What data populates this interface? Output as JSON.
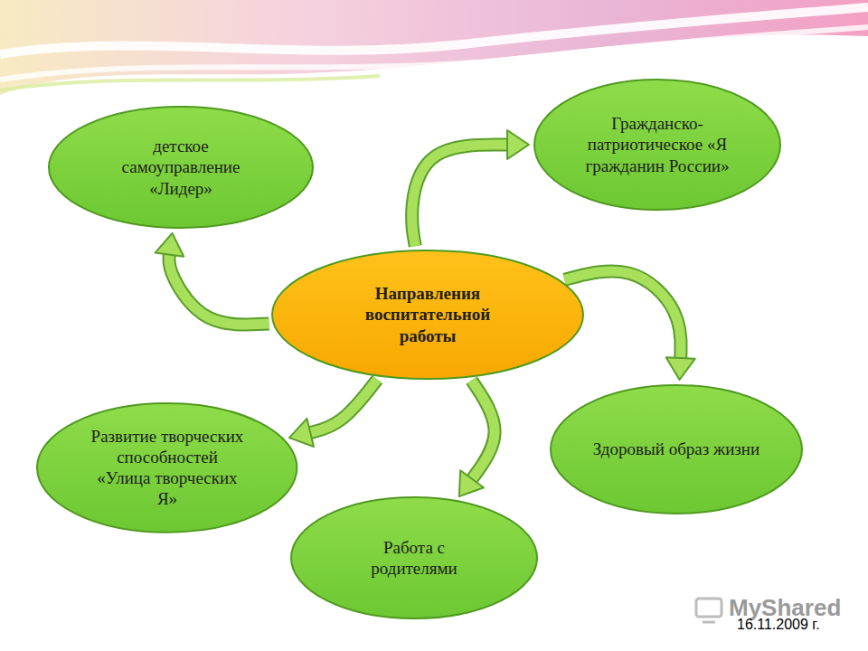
{
  "diagram": {
    "nodes": [
      {
        "text": [
          "детское самоуправление «Лидер»"
        ]
      },
      {
        "text": [
          "Гражданско-патриотическое «Я гражданин России»"
        ]
      },
      {
        "text": [
          "Направления воспитательной работы"
        ]
      },
      {
        "text": [
          "Развитие творческих способностей «Улица творческих Я»"
        ]
      },
      {
        "text": [
          "Здоровый образ жизни"
        ]
      },
      {
        "text": [
          "Работа с родителями"
        ]
      }
    ],
    "edges": [
      {
        "from": 2,
        "to": 0,
        "arrow": "to"
      },
      {
        "from": 2,
        "to": 1,
        "arrow": "to"
      },
      {
        "from": 2,
        "to": 4,
        "arrow": "to"
      },
      {
        "from": 2,
        "to": 5,
        "arrow": "to"
      },
      {
        "from": 2,
        "to": 3,
        "arrow": "to"
      }
    ],
    "labels": [
      "MyShared",
      "16.11.2009 г."
    ]
  }
}
